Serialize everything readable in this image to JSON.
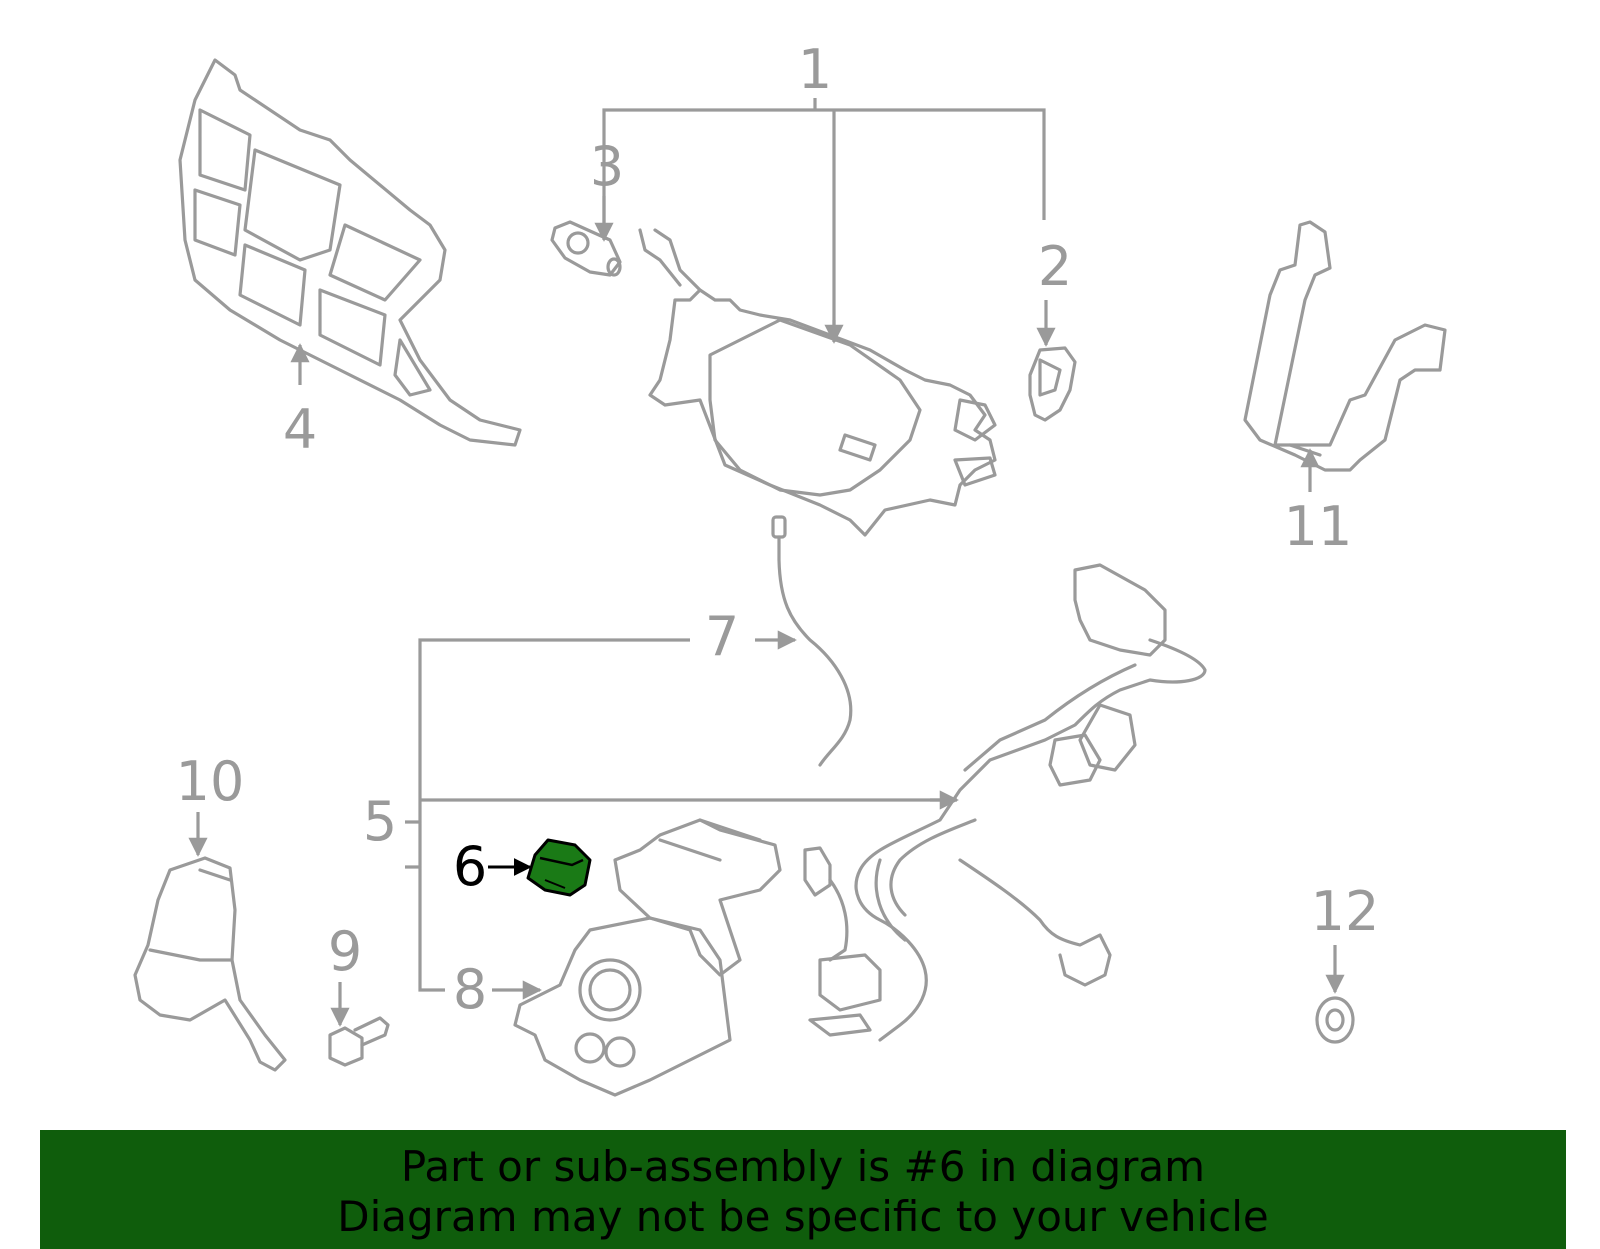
{
  "diagram": {
    "callouts": [
      {
        "id": "1",
        "label": "1"
      },
      {
        "id": "2",
        "label": "2"
      },
      {
        "id": "3",
        "label": "3"
      },
      {
        "id": "4",
        "label": "4"
      },
      {
        "id": "5",
        "label": "5"
      },
      {
        "id": "6",
        "label": "6"
      },
      {
        "id": "7",
        "label": "7"
      },
      {
        "id": "8",
        "label": "8"
      },
      {
        "id": "9",
        "label": "9"
      },
      {
        "id": "10",
        "label": "10"
      },
      {
        "id": "11",
        "label": "11"
      },
      {
        "id": "12",
        "label": "12"
      }
    ],
    "highlighted_part": "6",
    "colors": {
      "line": "#9a9a9a",
      "highlight_part": "#1a7a16",
      "highlight_text": "#000000",
      "banner_bg": "#0f5d0c"
    }
  },
  "banner": {
    "line1": "Part or sub-assembly is #6 in diagram",
    "line2": "Diagram may not be specific to your vehicle"
  }
}
